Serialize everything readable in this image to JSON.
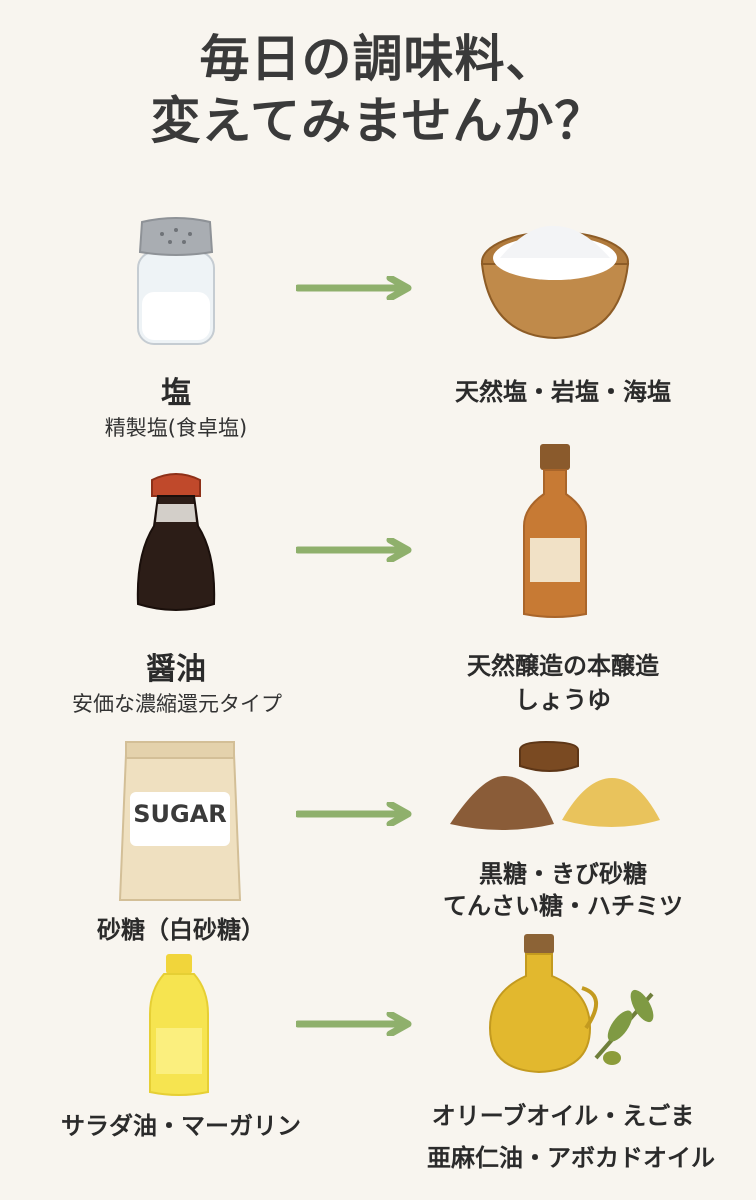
{
  "title": {
    "line1": "毎日の調味料、",
    "line2": "変えてみませんか？"
  },
  "rows": [
    {
      "from_label": "塩",
      "from_sub": "精製塩(食卓塩)",
      "to_label1": "天然塩・岩塩・海塩",
      "to_label2": ""
    },
    {
      "from_label": "醤油",
      "from_sub": "安価な濃縮還元タイプ",
      "to_label1": "天然醸造の本醸造",
      "to_label2": "しょうゆ"
    },
    {
      "from_label": "砂糖（白砂糖）",
      "from_sub": "",
      "to_label1": "黒糖・きび砂糖",
      "to_label2": "てんさい糖・ハチミツ"
    },
    {
      "from_label": "サラダ油・マーガリン",
      "from_sub": "",
      "to_label1": "オリーブオイル・えごま",
      "to_label2": "亜麻仁油・アボカドオイル"
    }
  ],
  "sugar_bag_text": "SUGAR",
  "colors": {
    "arrow": "#8fb06c",
    "background": "#f8f5ef"
  }
}
